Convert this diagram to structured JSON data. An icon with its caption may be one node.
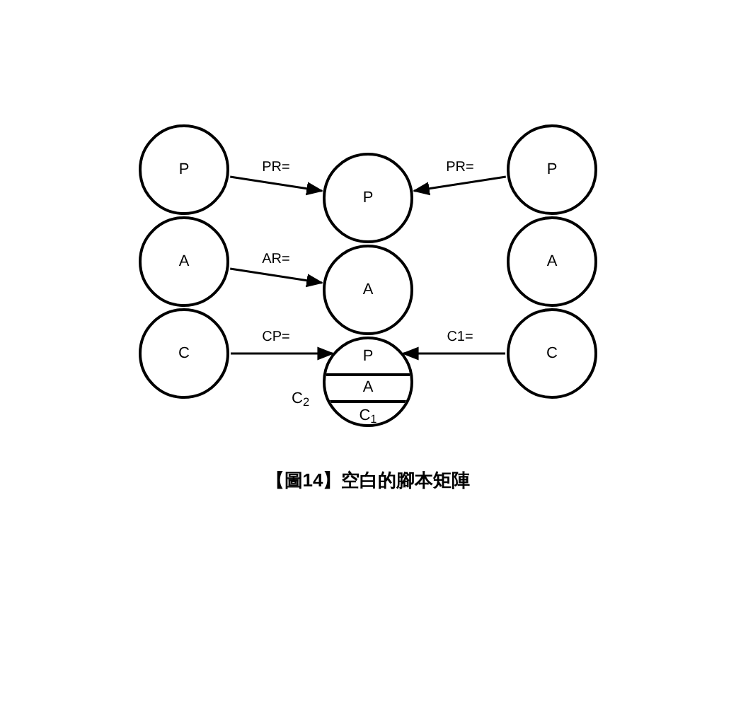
{
  "diagram": {
    "caption": "【圖14】空白的腳本矩陣",
    "nodes": [
      {
        "text": [
          "P"
        ]
      },
      {
        "text": [
          "A"
        ]
      },
      {
        "text": [
          "C"
        ]
      },
      {
        "text": [
          "P"
        ]
      },
      {
        "text": [
          "A"
        ]
      },
      {
        "text": [],
        "shape": "circle",
        "beside": [
          "C$_{2}$"
        ]
      },
      {
        "text": [
          "P"
        ],
        "in": 5
      },
      {
        "text": [
          "A"
        ],
        "in": 5
      },
      {
        "text": [
          "C$_{1}$"
        ],
        "in": 5
      },
      {
        "text": [
          "P"
        ]
      },
      {
        "text": [
          "A"
        ]
      },
      {
        "text": [
          "C"
        ]
      }
    ],
    "edges": [
      {
        "from": 0,
        "to": 3,
        "arrow": "to",
        "label": "PR="
      },
      {
        "from": 9,
        "to": 3,
        "arrow": "to",
        "label": "PR="
      },
      {
        "from": 1,
        "to": 4,
        "arrow": "to",
        "label": "AR="
      },
      {
        "from": 2,
        "to": 6,
        "arrow": "to",
        "label": "CP="
      },
      {
        "from": 11,
        "to": 6,
        "arrow": "to",
        "label": "C1="
      }
    ]
  }
}
